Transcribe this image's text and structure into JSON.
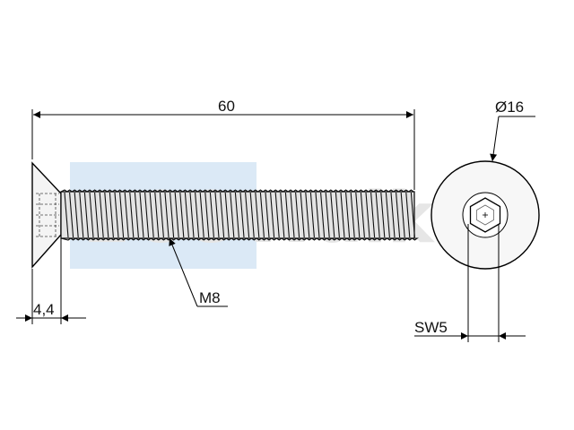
{
  "drawing": {
    "dimensions": {
      "overall_length": "60",
      "head_height": "4,4",
      "head_diameter": "Ø16",
      "thread": "M8",
      "socket_size": "SW5"
    },
    "watermark": {
      "text": "ECOWalker",
      "box_color": "#dbe9f6",
      "text_color": "#e6e6e6"
    },
    "colors": {
      "line": "#000000",
      "body_fill": "#f4f4f4",
      "thread_fill": "#e4e4e4"
    }
  }
}
